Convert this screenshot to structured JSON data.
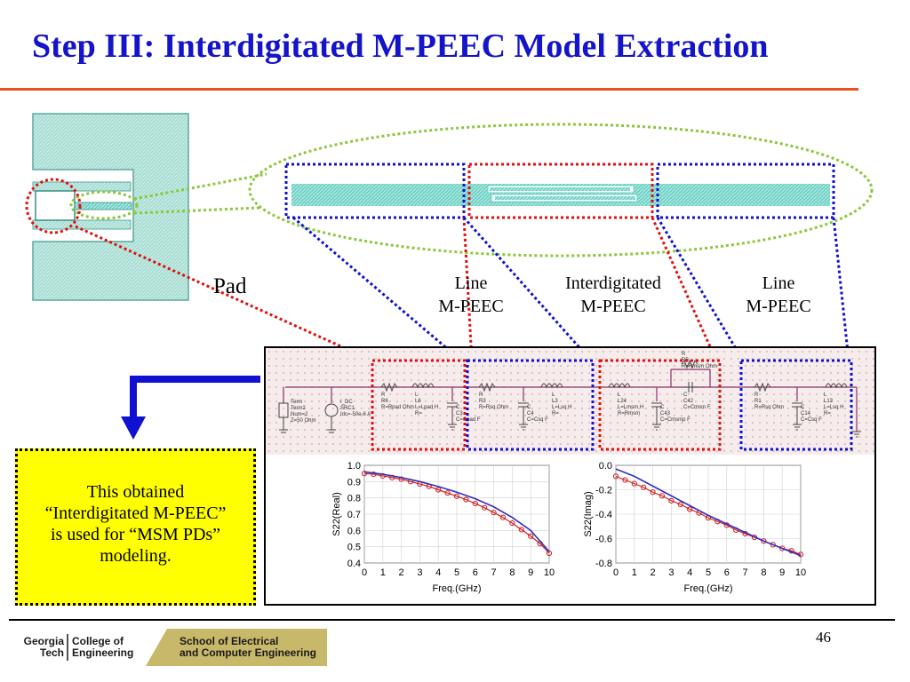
{
  "slide": {
    "title": "Step III: Interdigitated M-PEEC Model Extraction",
    "page_number": "46"
  },
  "labels": {
    "pad": "Pad",
    "line_left": [
      "Line",
      "M-PEEC"
    ],
    "interdigitated": [
      "Interdigitated",
      "M-PEEC"
    ],
    "line_right": [
      "Line",
      "M-PEEC"
    ]
  },
  "note": {
    "lines": [
      "This obtained",
      "“Interdigitated M-PEEC”",
      "is used for “MSM PDs”",
      "modeling."
    ]
  },
  "schematic": {
    "texts": [
      "Term",
      "Term2",
      "Num=2",
      "Z=50 Ohm",
      "I_DC",
      "SRC1",
      "Idc=-50e-6 A",
      "R",
      "R6",
      "R=Rpad Ohm",
      "L",
      "L6",
      "L=Lpad H",
      "R=",
      "C",
      "C3",
      "C=Cpad F",
      "R",
      "R3",
      "R=Rsq Ohm",
      "C",
      "C4",
      "C=Csq F",
      "L",
      "L3",
      "L=Lsq H",
      "R=",
      "L",
      "L24",
      "L=Lmsm H",
      "R=Rmsm",
      "C",
      "C43",
      "C=Cmsmp F",
      "C",
      "C42",
      "C=Cmsm F",
      "R",
      "R5",
      "R=Rmsm Ohm",
      "R",
      "R1",
      "R=Rsq Ohm",
      "C",
      "C14",
      "C=Csq F",
      "L",
      "L13",
      "L=Lsq H",
      "R="
    ]
  },
  "chart_data": [
    {
      "type": "line",
      "xlabel": "Freq.(GHz)",
      "ylabel": "S22(Real)",
      "xlim": [
        0,
        10
      ],
      "ylim": [
        0.4,
        1.0
      ],
      "x_ticks": [
        "0",
        "1",
        "2",
        "3",
        "4",
        "5",
        "6",
        "7",
        "8",
        "9",
        "10"
      ],
      "y_ticks": [
        "1.0",
        "0.9",
        "0.8",
        "0.7",
        "0.6",
        "0.5",
        "0.4"
      ],
      "grid": true,
      "series": [
        {
          "color": "#d02020",
          "marker": "circle",
          "x": [
            0,
            0.5,
            1,
            1.5,
            2,
            2.5,
            3,
            3.5,
            4,
            4.5,
            5,
            5.5,
            6,
            6.5,
            7,
            7.5,
            8,
            8.5,
            9,
            9.5,
            10
          ],
          "y": [
            0.95,
            0.945,
            0.935,
            0.925,
            0.915,
            0.9,
            0.885,
            0.87,
            0.85,
            0.83,
            0.81,
            0.79,
            0.765,
            0.74,
            0.71,
            0.68,
            0.645,
            0.605,
            0.565,
            0.52,
            0.46
          ]
        },
        {
          "color": "#3030c0",
          "marker": "none",
          "x": [
            0,
            1,
            2,
            3,
            4,
            5,
            6,
            7,
            8,
            9,
            10
          ],
          "y": [
            0.96,
            0.945,
            0.925,
            0.9,
            0.87,
            0.835,
            0.795,
            0.745,
            0.68,
            0.6,
            0.47
          ]
        }
      ]
    },
    {
      "type": "line",
      "xlabel": "Freq.(GHz)",
      "ylabel": "S22(Imag)",
      "xlim": [
        0,
        10
      ],
      "ylim": [
        -0.8,
        0.0
      ],
      "x_ticks": [
        "0",
        "1",
        "2",
        "3",
        "4",
        "5",
        "6",
        "7",
        "8",
        "9",
        "10"
      ],
      "y_ticks": [
        "0.0",
        "-0.2",
        "-0.4",
        "-0.6",
        "-0.8"
      ],
      "grid": true,
      "series": [
        {
          "color": "#d02020",
          "marker": "circle",
          "x": [
            0,
            0.5,
            1,
            1.5,
            2,
            2.5,
            3,
            3.5,
            4,
            4.5,
            5,
            5.5,
            6,
            6.5,
            7,
            7.5,
            8,
            8.5,
            9,
            9.5,
            10
          ],
          "y": [
            -0.09,
            -0.12,
            -0.15,
            -0.18,
            -0.22,
            -0.25,
            -0.29,
            -0.32,
            -0.36,
            -0.39,
            -0.43,
            -0.46,
            -0.49,
            -0.53,
            -0.56,
            -0.59,
            -0.62,
            -0.65,
            -0.68,
            -0.7,
            -0.73
          ]
        },
        {
          "color": "#3030c0",
          "marker": "none",
          "x": [
            0,
            1,
            2,
            3,
            4,
            5,
            6,
            7,
            8,
            9,
            10
          ],
          "y": [
            -0.03,
            -0.09,
            -0.17,
            -0.25,
            -0.33,
            -0.41,
            -0.48,
            -0.55,
            -0.62,
            -0.68,
            -0.74
          ]
        }
      ]
    }
  ],
  "logo": {
    "left": [
      "Georgia",
      "Tech"
    ],
    "middle": [
      "College of",
      "Engineering"
    ],
    "right": [
      "School of Electrical",
      "and Computer Engineering"
    ],
    "colors": {
      "gold": "#c8b86a",
      "dark": "#1a1a1a"
    }
  },
  "colors": {
    "title": "#1414c8",
    "rule": "#e8501e",
    "red": "#e01010",
    "blue": "#1010d0",
    "green": "#8cc83c",
    "teal": "#6fd0c4",
    "note_bg": "#ffff00"
  }
}
